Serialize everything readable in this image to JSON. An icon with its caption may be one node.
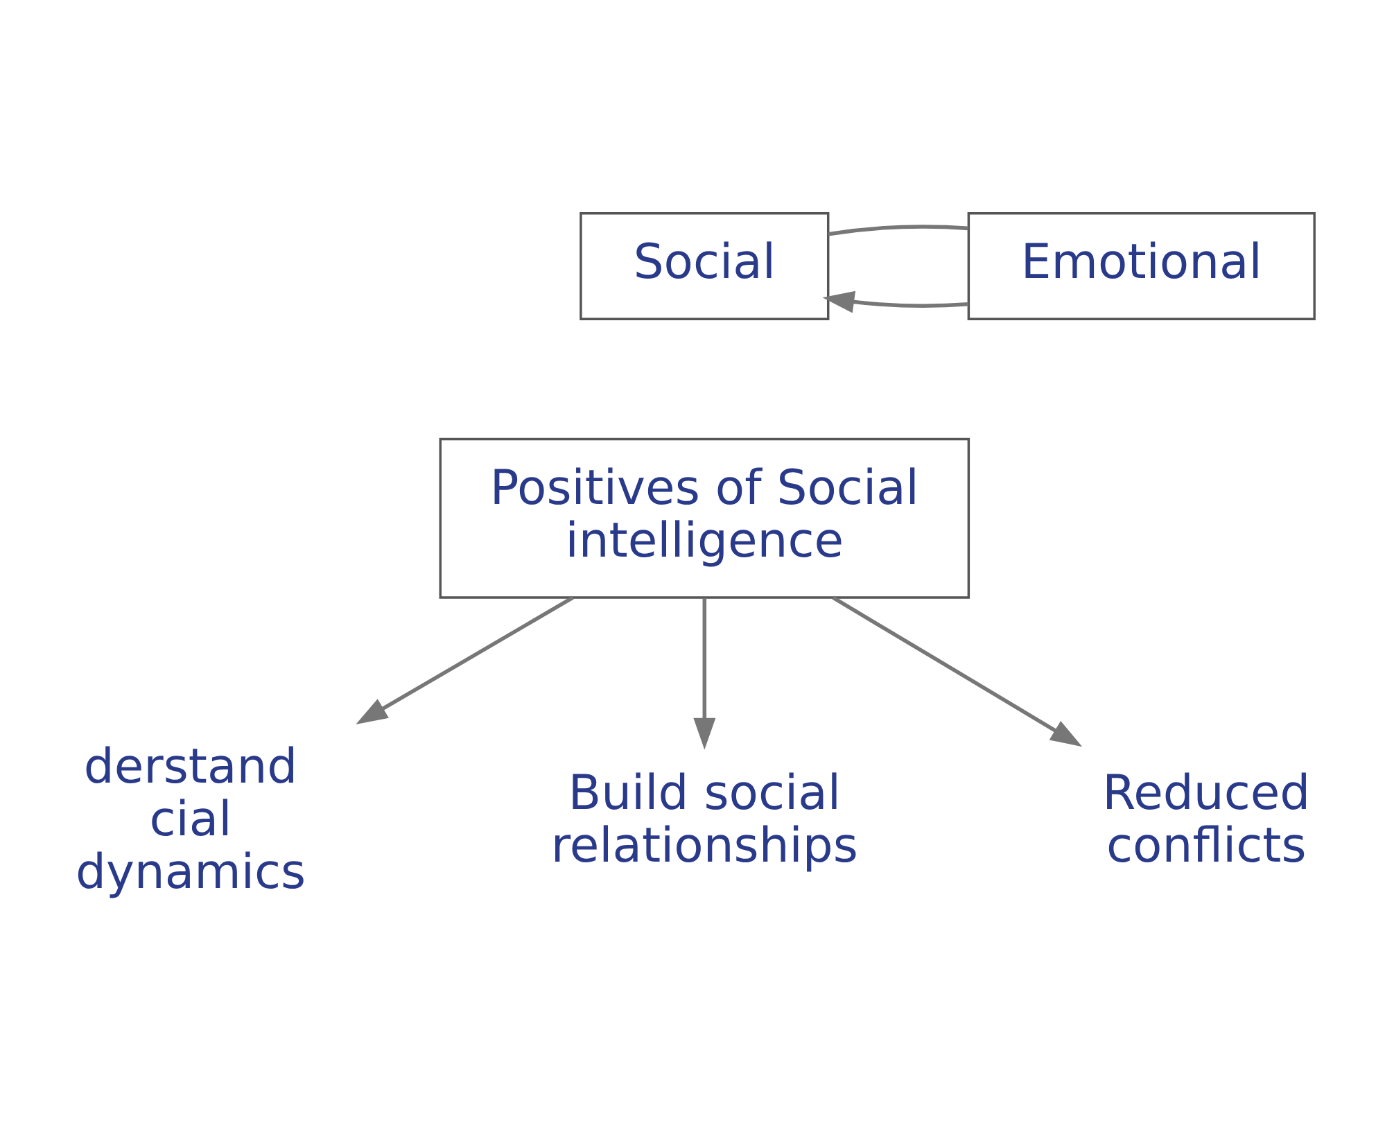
{
  "diagram": {
    "nodes": [
      {
        "text": [
          "Social"
        ]
      },
      {
        "text": [
          "Emotional"
        ]
      },
      {
        "text": [
          "Positives of Social intelligence"
        ]
      },
      {
        "text": [
          "derstand cial dynamics"
        ]
      },
      {
        "text": [
          "Build social relationships"
        ]
      },
      {
        "text": [
          "Reduced conflicts"
        ]
      }
    ],
    "edges": [
      {
        "from": 1,
        "to": 0,
        "arrow": "to"
      },
      {
        "from": 0,
        "to": 1,
        "arrow": "none"
      },
      {
        "from": 2,
        "to": 3,
        "arrow": "to"
      },
      {
        "from": 2,
        "to": 4,
        "arrow": "to"
      },
      {
        "from": 2,
        "to": 5,
        "arrow": "to"
      }
    ]
  }
}
